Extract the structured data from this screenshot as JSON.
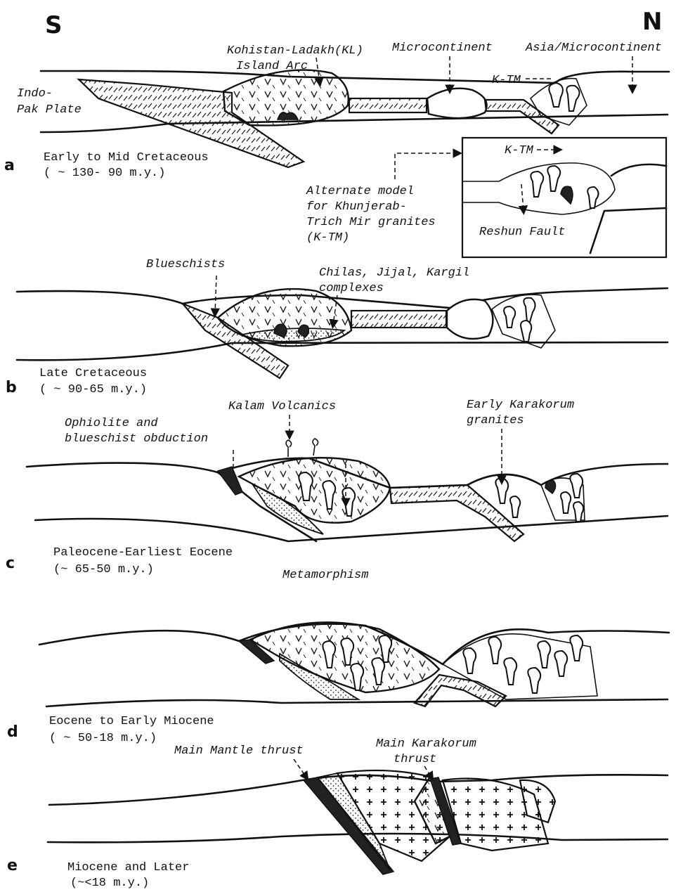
{
  "directions": {
    "south": "S",
    "north": "N"
  },
  "panels": [
    {
      "letter": "a",
      "caption_line1": "Early to Mid Cretaceous",
      "caption_line2": "( ~ 130- 90 m.y.)"
    },
    {
      "letter": "b",
      "caption_line1": "Late Cretaceous",
      "caption_line2": "( ~ 90-65 m.y.)"
    },
    {
      "letter": "c",
      "caption_line1": "Paleocene-Earliest Eocene",
      "caption_line2": "(~ 65-50 m.y.)"
    },
    {
      "letter": "d",
      "caption_line1": "Eocene to Early Miocene",
      "caption_line2": "( ~ 50-18 m.y.)"
    },
    {
      "letter": "e",
      "caption_line1": "Miocene and Later",
      "caption_line2": "(~<18 m.y.)"
    }
  ],
  "labels": {
    "kohistan_line1": "Kohistan-Ladakh(KL)",
    "kohistan_line2": "Island Arc",
    "microcontinent": "Microcontinent",
    "asia_microcontinent": "Asia/Microcontinent",
    "indo_pak_line1": "Indo-",
    "indo_pak_line2": "Pak Plate",
    "ktm_a": "K-TM",
    "inset_ktm": "K-TM",
    "alternate_line1": "Alternate model",
    "alternate_line2": "for Khunjerab-",
    "alternate_line3": "Trich Mir granites",
    "alternate_line4": "(K-TM)",
    "reshun_fault": "Reshun Fault",
    "blueschists": "Blueschists",
    "chilas_line1": "Chilas, Jijal, Kargil",
    "chilas_line2": "complexes",
    "kalam": "Kalam Volcanics",
    "ophiolite_line1": "Ophiolite and",
    "ophiolite_line2": "blueschist obduction",
    "early_karakorum_line1": "Early Karakorum",
    "early_karakorum_line2": "granites",
    "metamorphism": "Metamorphism",
    "mmt": "Main Mantle thrust",
    "mkt_line1": "Main Karakorum",
    "mkt_line2": "thrust"
  }
}
